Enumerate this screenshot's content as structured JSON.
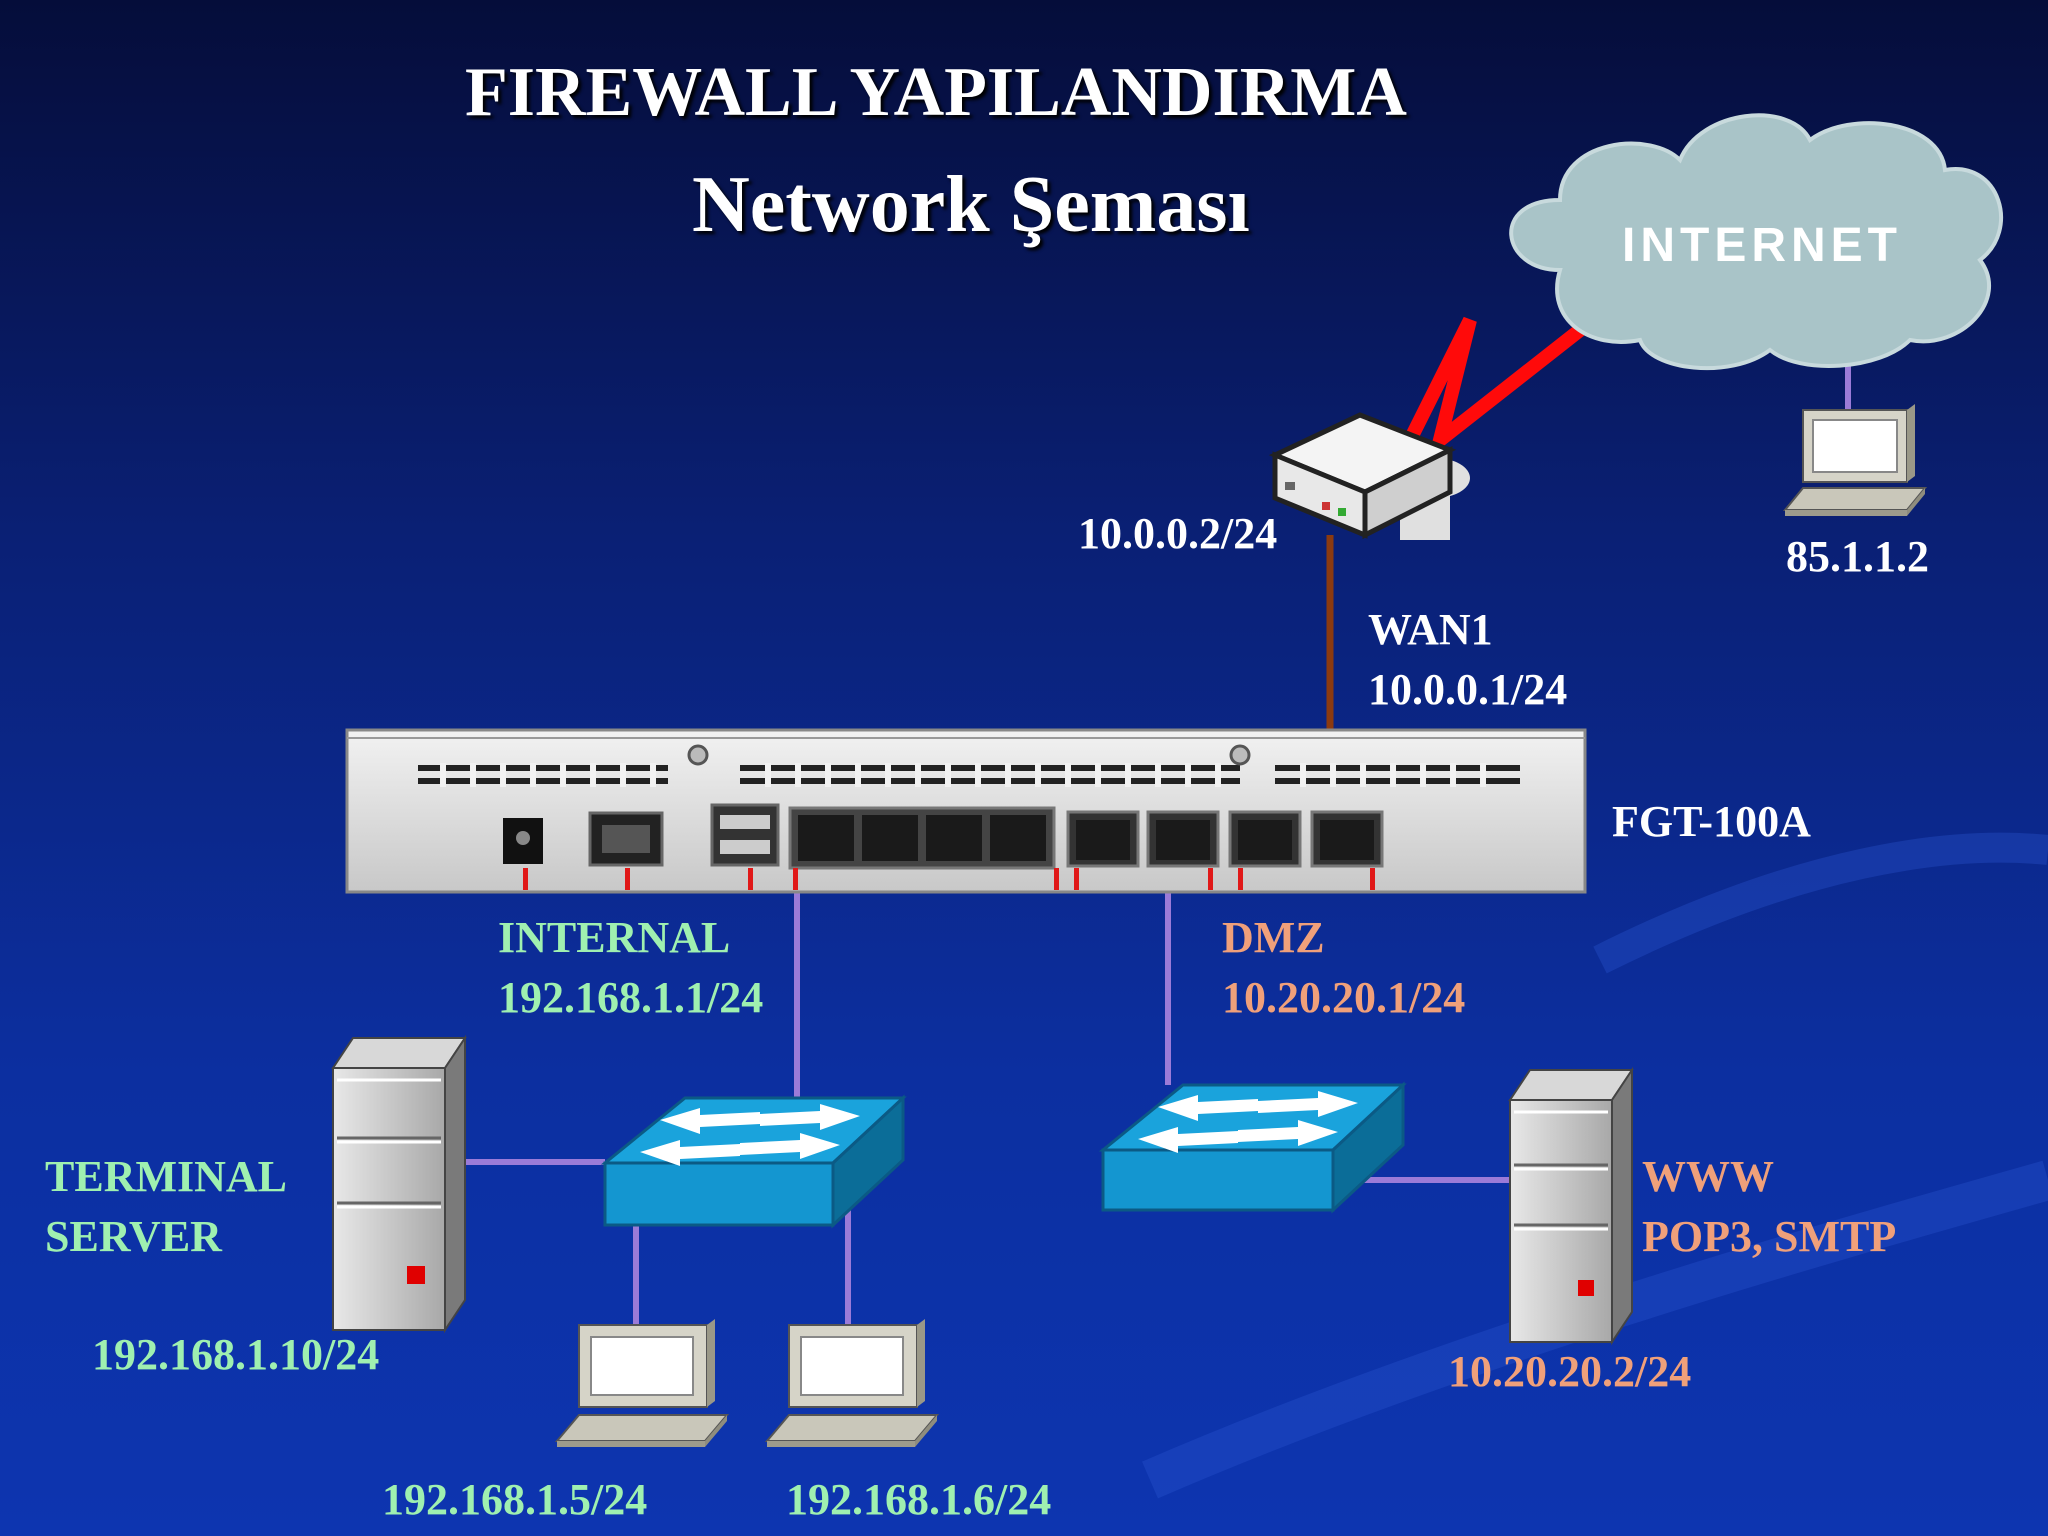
{
  "title": {
    "line1": "FIREWALL YAPILANDIRMA",
    "line2": "Network Şeması"
  },
  "internet": {
    "label": "INTERNET"
  },
  "router": {
    "ip": "10.0.0.2/24"
  },
  "remote_pc": {
    "ip": "85.1.1.2"
  },
  "wan": {
    "name": "WAN1",
    "ip": "10.0.0.1/24"
  },
  "firewall": {
    "model": "FGT-100A"
  },
  "internal": {
    "name": "INTERNAL",
    "ip": "192.168.1.1/24"
  },
  "dmz": {
    "name": "DMZ",
    "ip": "10.20.20.1/24"
  },
  "terminal_server": {
    "line1": "TERMINAL",
    "line2": "SERVER",
    "ip": "192.168.1.10/24"
  },
  "client1": {
    "ip": "192.168.1.5/24"
  },
  "client2": {
    "ip": "192.168.1.6/24"
  },
  "web_server": {
    "line1": "WWW",
    "line2": "POP3, SMTP",
    "ip": "10.20.20.2/24"
  },
  "colors": {
    "internal_text": "#9ff0b0",
    "dmz_text": "#f0a07a",
    "link_purple": "#9b7bd8",
    "wan_link": "#8b3a10",
    "internet_link": "#ff0a0a",
    "switch_blue": "#1aa3dc",
    "cloud": "#a9c4c8"
  },
  "icons": [
    "cloud-icon",
    "router-icon",
    "laptop-icon",
    "switch-icon",
    "server-icon",
    "firewall-appliance-icon"
  ]
}
